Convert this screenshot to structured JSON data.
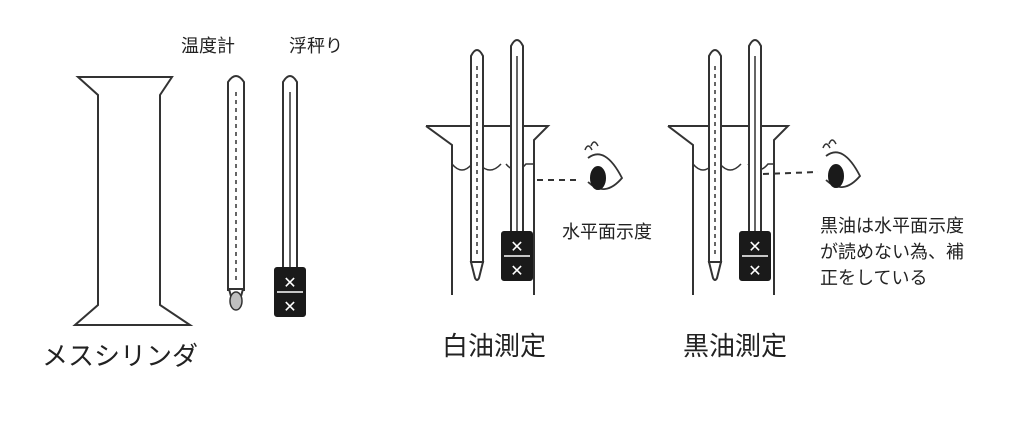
{
  "labels": {
    "thermometer": "温度計",
    "hydrometer": "浮秤り",
    "cylinder": "メスシリンダ",
    "white_oil": "白油測定",
    "black_oil": "黒油測定",
    "horizontal_reading": "水平面示度",
    "black_oil_note": "黒油は水平面示度\nが読めない為、補\n正をしている"
  },
  "hydrometer_mark": "✕",
  "colors": {
    "line": "#333333",
    "weight": "#1a1a1a",
    "bulb": "#bfbfbf"
  }
}
